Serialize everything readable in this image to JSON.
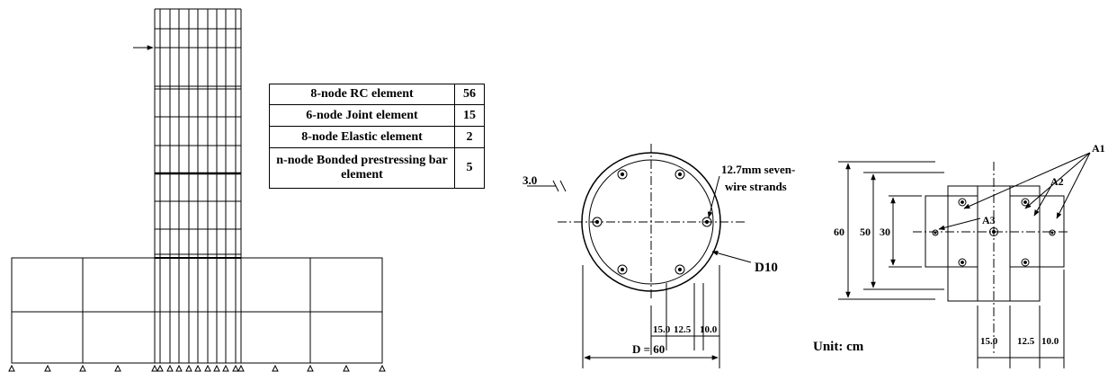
{
  "element_table": [
    {
      "label": "8-node RC element",
      "count": "56"
    },
    {
      "label": "6-node Joint element",
      "count": "15"
    },
    {
      "label": "8-node Elastic element",
      "count": "2"
    },
    {
      "label": "n-node Bonded prestressing bar element",
      "count": "5"
    }
  ],
  "circular_section": {
    "cover_label": "3.0",
    "strand_label": "12.7mm seven-wire strands",
    "strand_label_line1": "12.7mm seven-",
    "strand_label_line2": "wire strands",
    "hoop_label": "D10",
    "dims": [
      "15.0",
      "12.5",
      "10.0"
    ],
    "diameter_label": "D = 60"
  },
  "square_section": {
    "area_labels": [
      "A1",
      "A2",
      "A3"
    ],
    "vertical_dims": [
      "60",
      "50",
      "30"
    ],
    "horizontal_dims": [
      "15.0",
      "12.5",
      "10.0"
    ],
    "unit_label": "Unit: cm"
  }
}
